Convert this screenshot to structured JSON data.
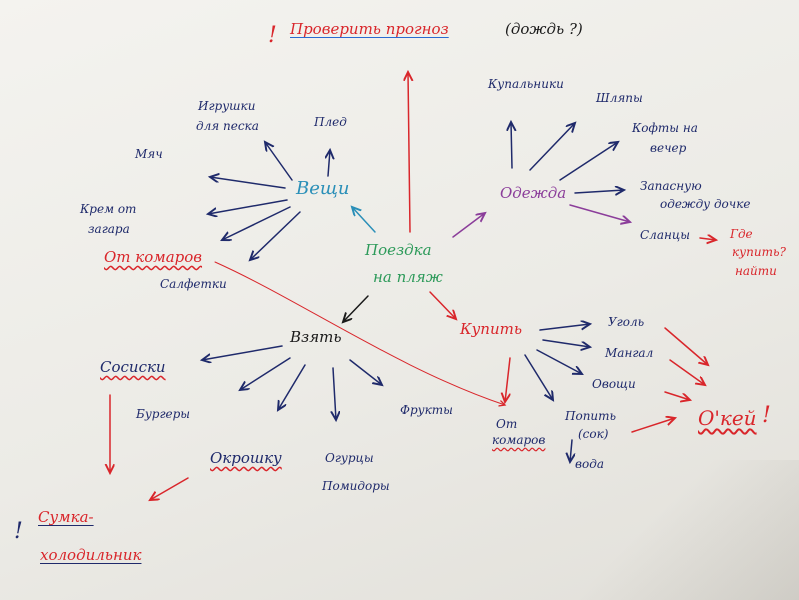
{
  "colors": {
    "red": "#d9262b",
    "navy": "#1f2a6b",
    "green": "#2d9a5a",
    "teal": "#2a8fb8",
    "purple": "#8b3d9a",
    "black": "#1a1a1a"
  },
  "top": {
    "exclaim": "!",
    "title": "Проверить прогноз",
    "note": "(дождь ?)"
  },
  "center": {
    "line1": "Поездка",
    "line2": "на пляж"
  },
  "veshchi": {
    "label": "Вещи",
    "items": {
      "igrushki_1": "Игрушки",
      "igrushki_2": "для песка",
      "pled": "Плед",
      "myach": "Мяч",
      "krem_1": "Крем от",
      "krem_2": "загара",
      "ot_komarov": "От комаров",
      "salfetki": "Салфетки"
    }
  },
  "odezhda": {
    "label": "Одежда",
    "items": {
      "kupalniki": "Купальники",
      "shlyapy": "Шляпы",
      "kofty_1": "Кофты на",
      "kofty_2": "вечер",
      "zapas_1": "Запасную",
      "zapas_2": "одежду дочке",
      "slantsy": "Сланцы",
      "gde_1": "Где",
      "gde_2": "купить?",
      "gde_3": "найти"
    }
  },
  "kupit": {
    "label": "Купить",
    "items": {
      "ugol": "Уголь",
      "mangal": "Мангал",
      "ovoshchi": "Овощи",
      "ot_komarov_1": "От",
      "ot_komarov_2": "комаров",
      "voda_1": "Попить",
      "voda_2": "(сок)",
      "voda_3": "вода",
      "okay": "О'кей",
      "okay_exclaim": "!"
    }
  },
  "vzyat": {
    "label": "Взять",
    "items": {
      "sosiski": "Сосиски",
      "burgery": "Бургеры",
      "okroshku": "Окрошку",
      "ogurtsy_1": "Огурцы",
      "ogurtsy_2": "Помидоры",
      "frukty": "Фрукты"
    }
  },
  "cooler": {
    "exclaim": "!",
    "line1": "Сумка-",
    "line2": "холодильник"
  }
}
